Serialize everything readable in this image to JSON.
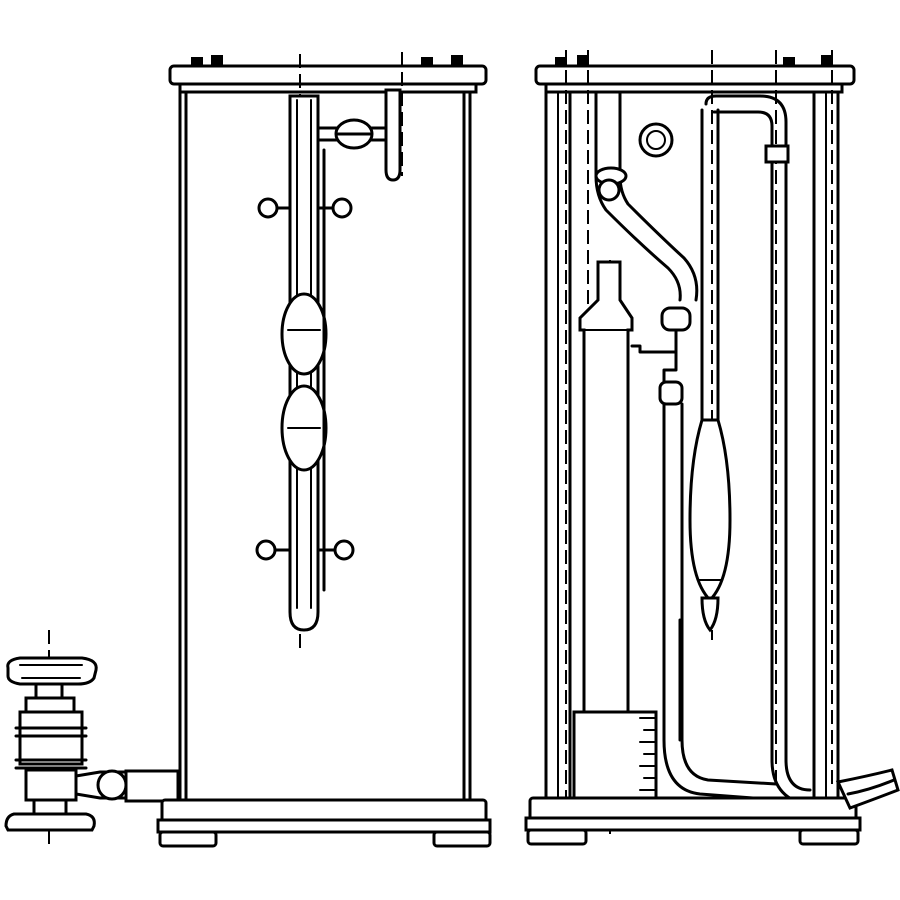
{
  "figure": {
    "caption": "",
    "labels": []
  },
  "components": {
    "front_cabinet": "front-view-cabinet",
    "rear_cabinet": "rear-view-cabinet",
    "valve": "hand-wheel-valve",
    "burette": "measuring-burette",
    "pipette": "gas-pipette",
    "absorption_tube": "absorption-tube",
    "reservoir": "reservoir-bottle"
  },
  "colors": {
    "line": "#000000",
    "background": "#ffffff"
  }
}
